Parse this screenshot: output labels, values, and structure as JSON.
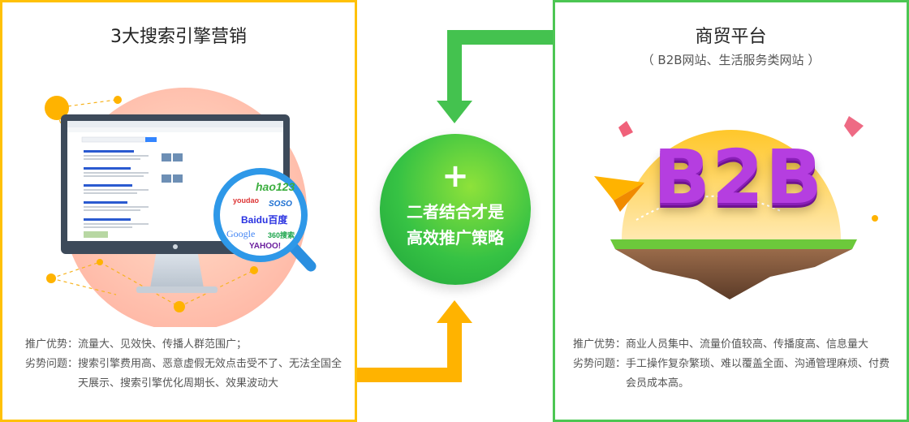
{
  "left": {
    "title": "3大搜索引擎营销",
    "pros_label": "推广优势：",
    "pros_text": "流量大、见效快、传播人群范围广；",
    "cons_label": "劣势问题：",
    "cons_text": "搜索引擎费用高、恶意虚假无效点击受不了、无法全国全天展示、搜索引擎优化周期长、效果波动大",
    "logos": [
      "hao123",
      "youdao",
      "SOSO",
      "Baidu百度",
      "Google",
      "360搜索",
      "YAHOO!"
    ]
  },
  "center": {
    "plus": "+",
    "line1": "二者结合才是",
    "line2": "高效推广策略"
  },
  "right": {
    "title": "商贸平台",
    "subtitle": "（ B2B网站、生活服务类网站 ）",
    "badge": "B2B",
    "pros_label": "推广优势：",
    "pros_text": "商业人员集中、流量价值较高、传播度高、信息量大",
    "cons_label": "劣势问题：",
    "cons_text": "手工操作复杂繁琐、难以覆盖全面、沟通管理麻烦、付费会员成本高。"
  },
  "colors": {
    "left_border": "#ffc107",
    "right_border": "#4cc653",
    "arrow_gold": "#ffb300",
    "arrow_green": "#3fbf4f",
    "circle_green": "#36c244",
    "b2b_purple": "#b53ee0"
  }
}
